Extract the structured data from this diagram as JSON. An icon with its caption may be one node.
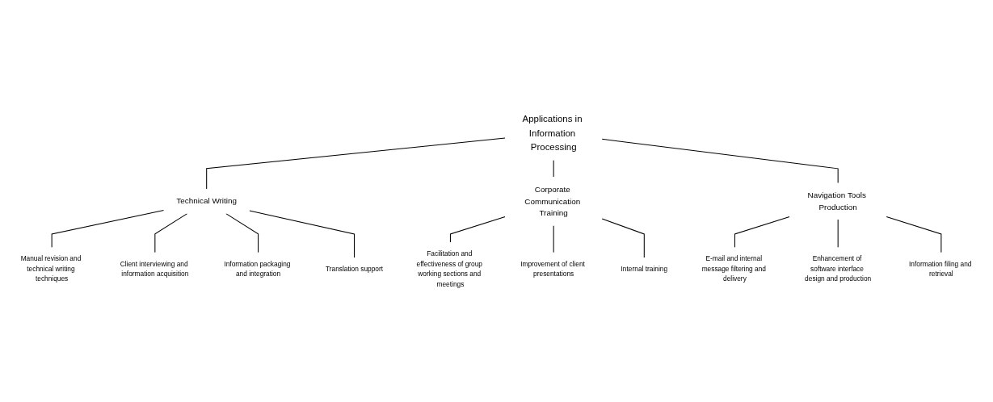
{
  "diagram": {
    "nodes": [
      {
        "text": [
          "Applications in Information Processing"
        ]
      },
      {
        "text": [
          "Technical Writing"
        ]
      },
      {
        "text": [
          "Manual revision and technical writing techniques"
        ]
      },
      {
        "text": [
          "Client interviewing and information acquisition"
        ]
      },
      {
        "text": [
          "Information packaging and integration"
        ]
      },
      {
        "text": [
          "Translation support"
        ]
      },
      {
        "text": [
          "Corporate Communication Training"
        ]
      },
      {
        "text": [
          "Facilitation and effectiveness of group working sections and meetings"
        ]
      },
      {
        "text": [
          "Improvement of client presentations"
        ]
      },
      {
        "text": [
          "Internal training"
        ]
      },
      {
        "text": [
          "Navigation Tools Production"
        ]
      },
      {
        "text": [
          "E-mail and internal message filtering and delivery"
        ]
      },
      {
        "text": [
          "Enhancement of software interface design and production"
        ]
      },
      {
        "text": [
          "Information filing and retrieval"
        ]
      }
    ],
    "edges": [
      {
        "from": 0,
        "to": 1,
        "arrow": "none"
      },
      {
        "from": 0,
        "to": 6,
        "arrow": "none"
      },
      {
        "from": 0,
        "to": 10,
        "arrow": "none"
      },
      {
        "from": 1,
        "to": 2,
        "arrow": "none"
      },
      {
        "from": 1,
        "to": 3,
        "arrow": "none"
      },
      {
        "from": 1,
        "to": 4,
        "arrow": "none"
      },
      {
        "from": 1,
        "to": 5,
        "arrow": "none"
      },
      {
        "from": 6,
        "to": 7,
        "arrow": "none"
      },
      {
        "from": 6,
        "to": 8,
        "arrow": "none"
      },
      {
        "from": 6,
        "to": 9,
        "arrow": "none"
      },
      {
        "from": 10,
        "to": 11,
        "arrow": "none"
      },
      {
        "from": 10,
        "to": 12,
        "arrow": "none"
      },
      {
        "from": 10,
        "to": 13,
        "arrow": "none"
      }
    ]
  }
}
